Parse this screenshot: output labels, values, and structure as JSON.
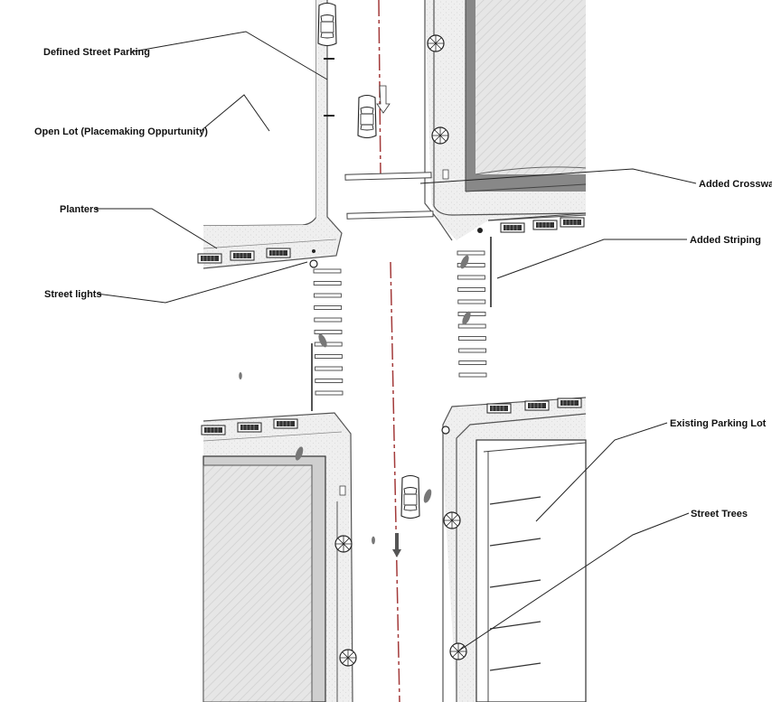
{
  "labels": {
    "defined_street_parking": "Defined Street Parking",
    "open_lot": "Open Lot (Placemaking Oppurtunity)",
    "planters": "Planters",
    "street_lights": "Street lights",
    "added_crosswalk": "Added Crosswalk",
    "added_striping": "Added Striping",
    "existing_parking_lot": "Existing Parking Lot",
    "street_trees": "Street Trees"
  },
  "colors": {
    "sidewalk": "#ededed",
    "building_fill": "#e4e4e4",
    "building_shadow": "#8a8a8a",
    "road": "#ffffff",
    "centerline": "#a33a3a",
    "line": "#333333"
  }
}
